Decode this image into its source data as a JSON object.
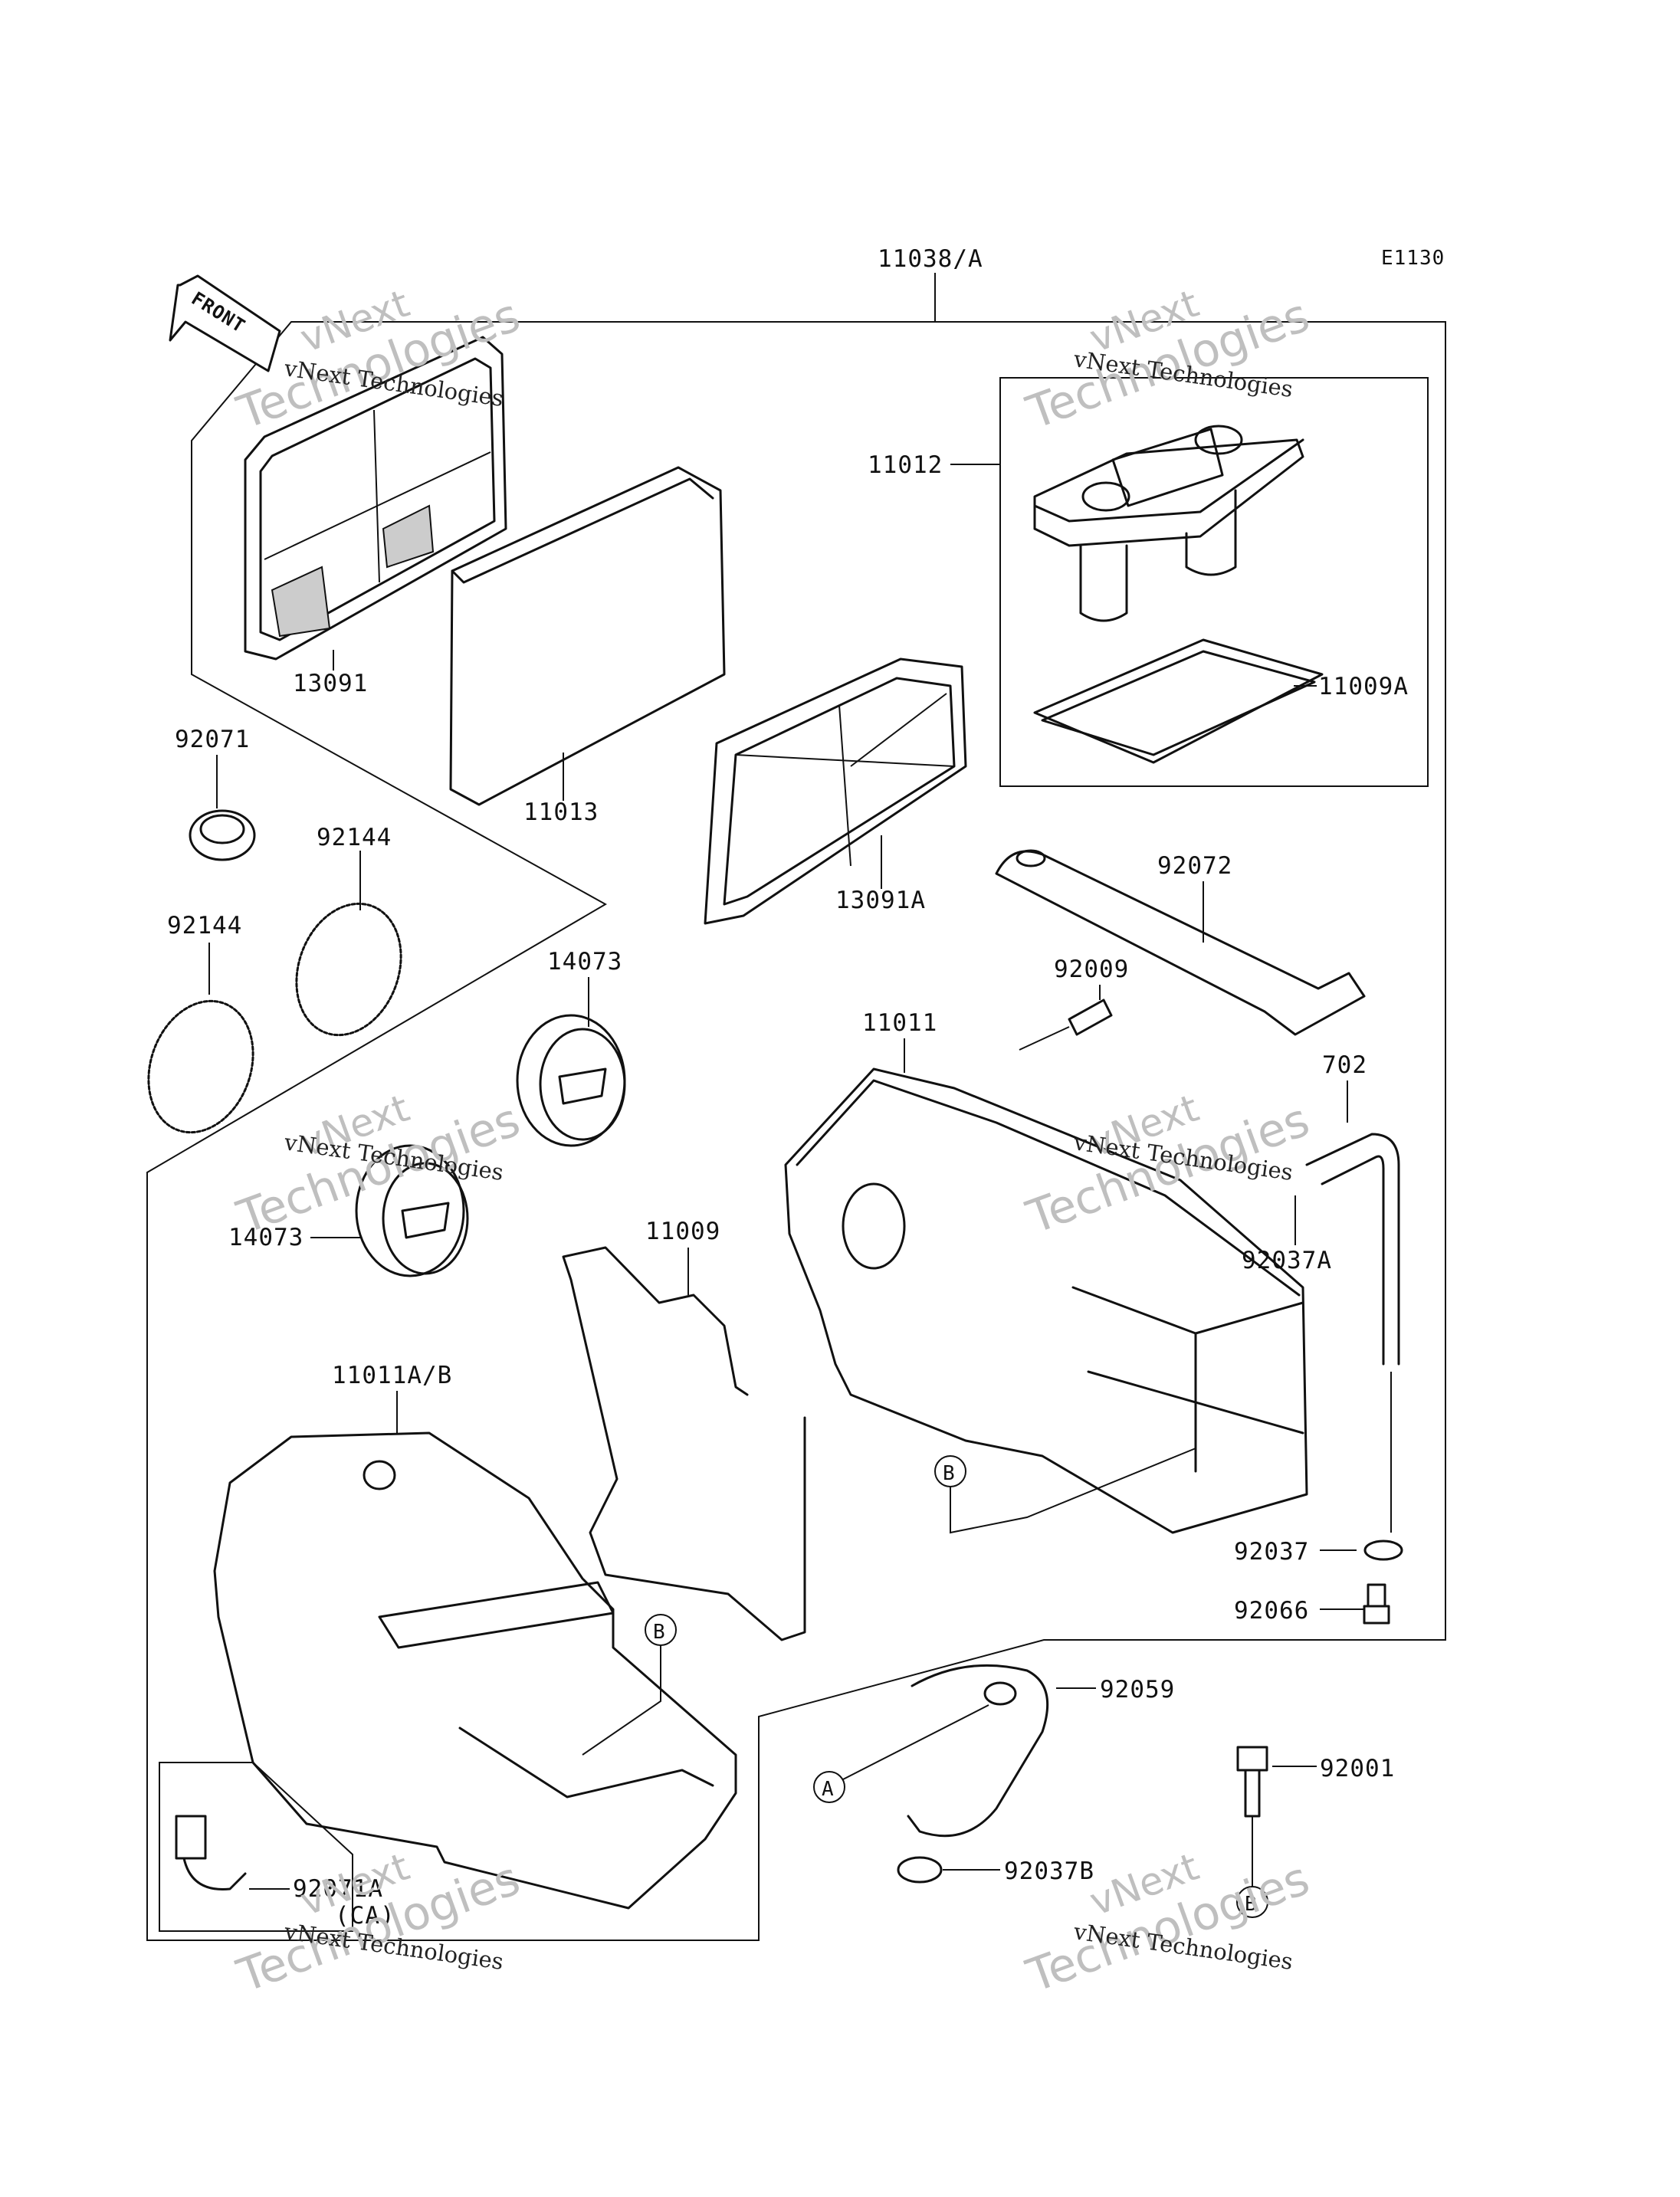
{
  "header": {
    "assembly_label": "11038/A",
    "diagram_code": "E1130",
    "front_marker": "FRONT"
  },
  "parts": {
    "p11012": "11012",
    "p11009A": "11009A",
    "p13091": "13091",
    "p11013": "11013",
    "p13091A": "13091A",
    "p92071": "92071",
    "p92144_a": "92144",
    "p92144_b": "92144",
    "p14073_a": "14073",
    "p14073_b": "14073",
    "p92072": "92072",
    "p92009": "92009",
    "p11011": "11011",
    "p702": "702",
    "p92037A": "92037A",
    "p11009": "11009",
    "p11011AB": "11011A/B",
    "p92037": "92037",
    "p92066": "92066",
    "p92059": "92059",
    "p92001": "92001",
    "p92037B": "92037B",
    "p92071A": "92071A",
    "p92071A_note": "(CA)"
  },
  "callouts": {
    "A1": "A",
    "B1": "B",
    "B2": "B",
    "B3": "B"
  },
  "watermark": {
    "brand_top": "vNext",
    "brand_bottom": "Technologies",
    "caption": "vNext Technologies"
  }
}
